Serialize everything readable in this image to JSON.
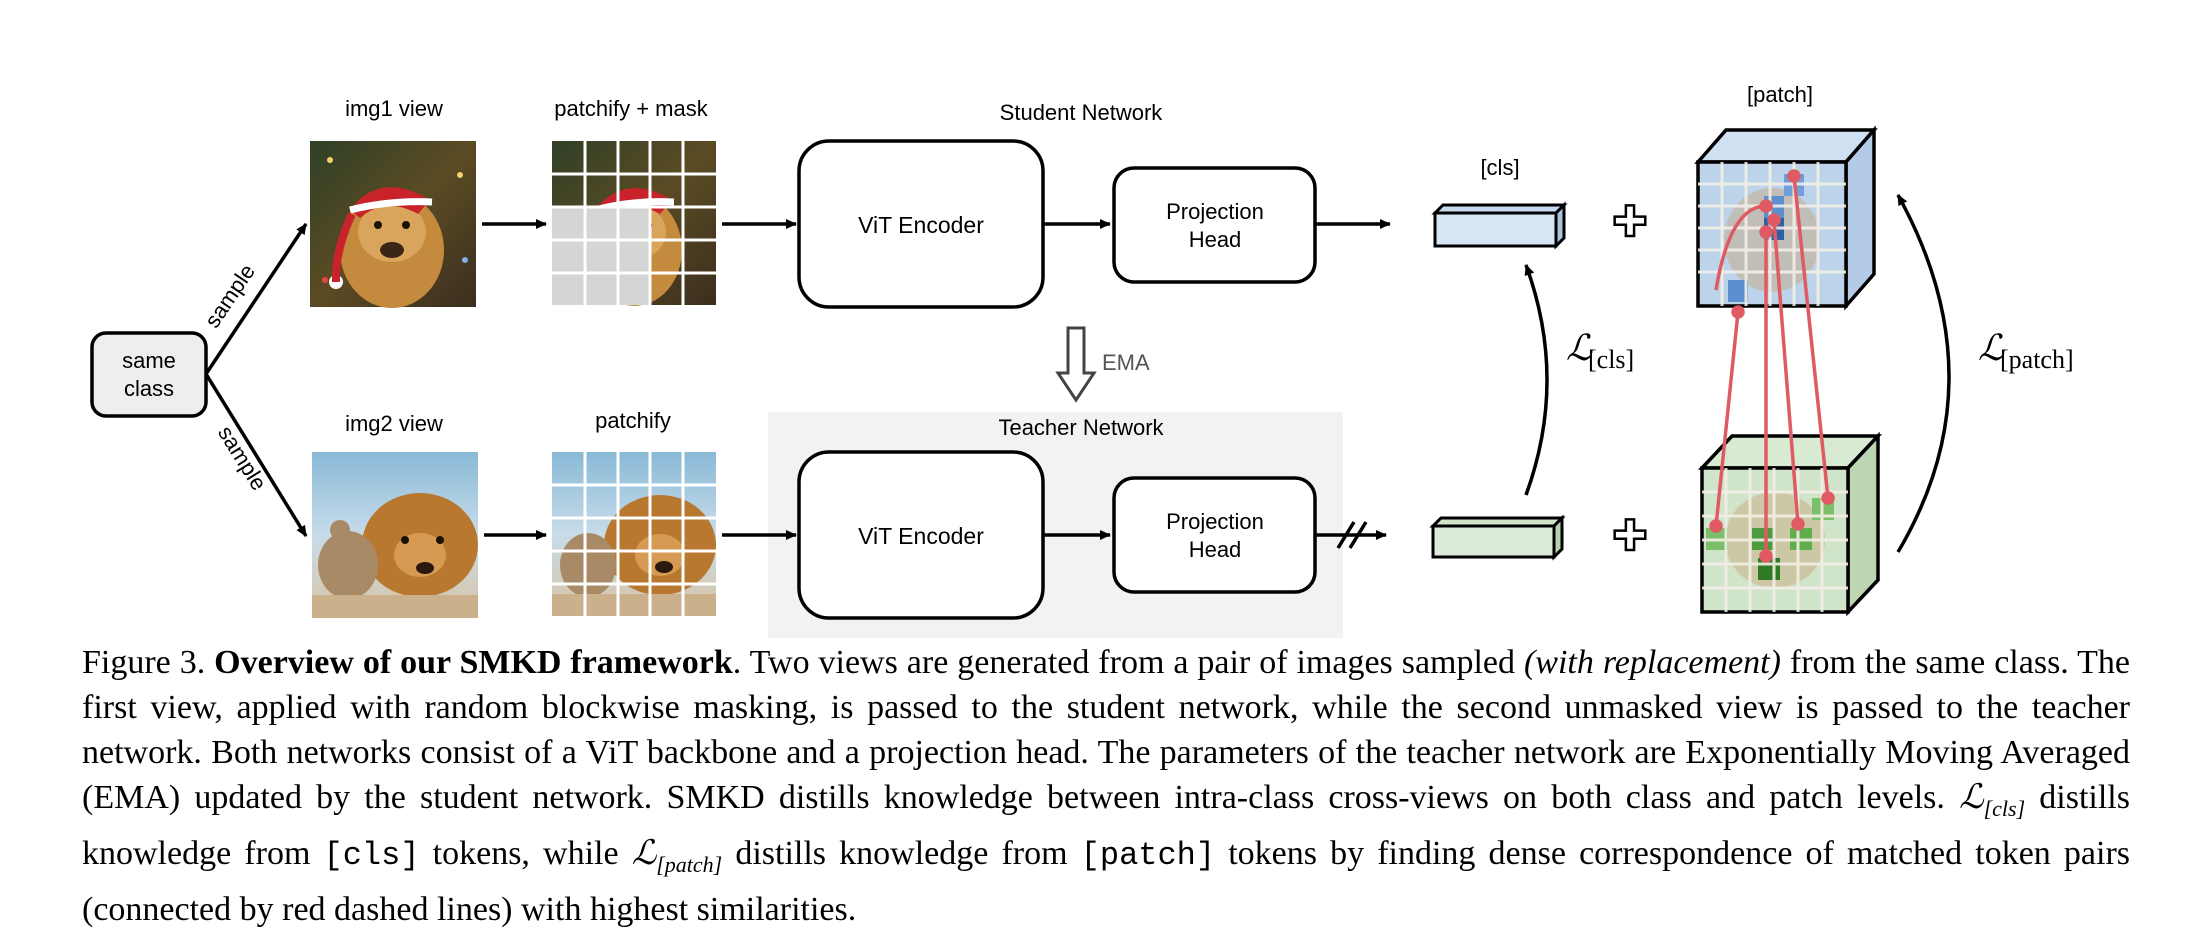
{
  "diagram": {
    "same_class": [
      "same",
      "class"
    ],
    "sample_top": "sample",
    "sample_bottom": "sample",
    "img1_view": "img1 view",
    "img2_view": "img2 view",
    "patchify_mask": "patchify + mask",
    "patchify": "patchify",
    "student_network": "Student Network",
    "teacher_network": "Teacher Network",
    "vit_encoder": "ViT Encoder",
    "projection_head": [
      "Projection",
      "Head"
    ],
    "ema": "EMA",
    "cls_token": "[cls]",
    "patch_token": "[patch]",
    "loss_symbol": "ℒ",
    "loss_cls_sub": "[cls]",
    "loss_patch_sub": "[patch]",
    "plus": "✚"
  },
  "caption": {
    "prefix": "Figure 3. ",
    "bold_title": "Overview of our SMKD framework",
    "t1": ". Two views are generated from a pair of images sampled ",
    "italic1": "(with replacement)",
    "t2": " from the same class. The first view, applied with random blockwise masking, is passed to the student network, while the second unmasked view is passed to the teacher network. Both networks consist of a ViT backbone and a projection head. The parameters of the teacher network are Exponentially Moving Averaged (EMA) updated by the student network. SMKD distills knowledge between intra-class cross-views on both class and patch levels. ",
    "loss_symbol": "ℒ",
    "cls_sub": "[cls]",
    "t3": " distills knowledge from ",
    "cls_code": "[cls]",
    "t4": " tokens, while ",
    "patch_sub": "[patch]",
    "t5": " distills knowledge from ",
    "patch_code": "[patch]",
    "t6": " tokens by finding dense correspondence of matched token pairs (connected by red dashed lines) with highest similarities."
  },
  "colors": {
    "cls_student": "#d6e6f4",
    "cls_teacher": "#dcebd7",
    "cube_blue": "#bcd3ea",
    "cube_green": "#cfe4c9",
    "match_line": "#e05a64",
    "teacher_bg": "#f2f2f2",
    "same_class_bg": "#eeeeee"
  }
}
